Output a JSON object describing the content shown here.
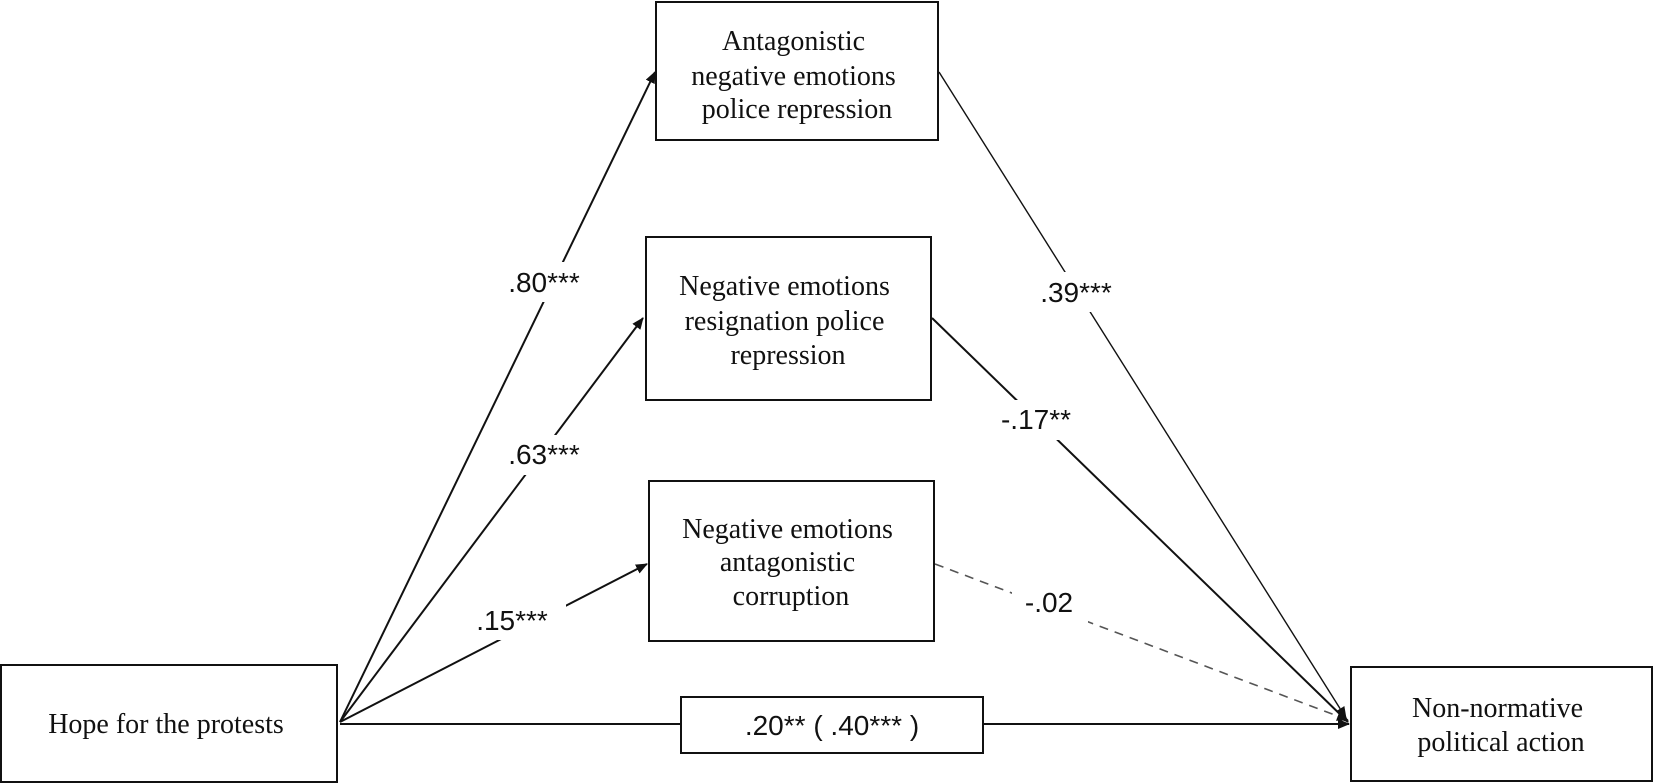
{
  "nodes": {
    "predictor": {
      "lines": [
        "Hope for the protests"
      ]
    },
    "mediator_antagonistic_repression": {
      "lines": [
        "Antagonistic",
        "negative emotions",
        "police repression"
      ]
    },
    "mediator_resignation_repression": {
      "lines": [
        "Negative emotions",
        "resignation police",
        "repression"
      ]
    },
    "mediator_antagonistic_corruption": {
      "lines": [
        "Negative emotions",
        "antagonistic",
        "corruption"
      ]
    },
    "outcome": {
      "lines": [
        "Non-normative",
        "political action"
      ]
    }
  },
  "paths": {
    "a1": ".80***",
    "a2": ".63***",
    "a3": ".15***",
    "b1": ".39***",
    "b2": "-.17**",
    "b3": "-.02",
    "direct": ".20** ( .40*** )"
  }
}
